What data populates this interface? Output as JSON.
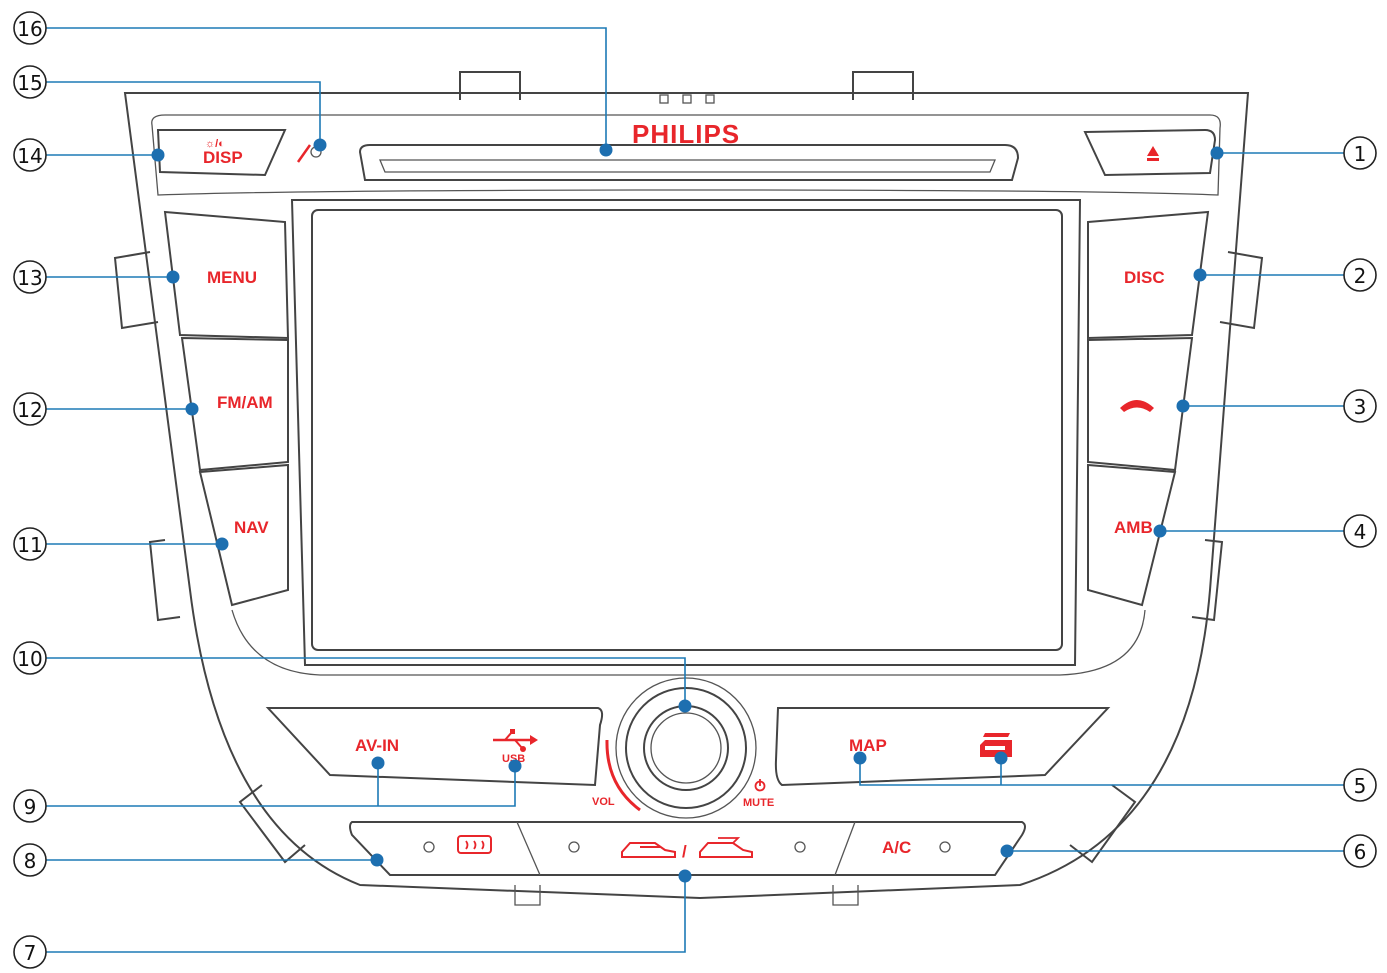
{
  "brand": "PHILIPS",
  "buttons": {
    "disp_icons": "☼/◐",
    "disp": "DISP",
    "menu": "MENU",
    "fmam": "FM/AM",
    "nav": "NAV",
    "disc": "DISC",
    "amb": "AMB",
    "avin": "AV-IN",
    "usb": "USB",
    "map": "MAP",
    "vol": "VOL",
    "mute": "MUTE",
    "ac": "A/C",
    "slash": "/"
  },
  "callouts": [
    "1",
    "2",
    "3",
    "4",
    "5",
    "6",
    "7",
    "8",
    "9",
    "10",
    "11",
    "12",
    "13",
    "14",
    "15",
    "16"
  ],
  "colors": {
    "label": "#e8262b",
    "leader": "#1d7ab5",
    "dot": "#1d6fb0"
  },
  "icons": {
    "eject": "eject-icon",
    "phone": "phone-hangup-icon",
    "usb": "usb-icon",
    "sd": "sd-card-icon",
    "mic": "mic-icon",
    "rear_defrost": "rear-defrost-icon",
    "car": "car-icon",
    "power": "power-icon"
  }
}
